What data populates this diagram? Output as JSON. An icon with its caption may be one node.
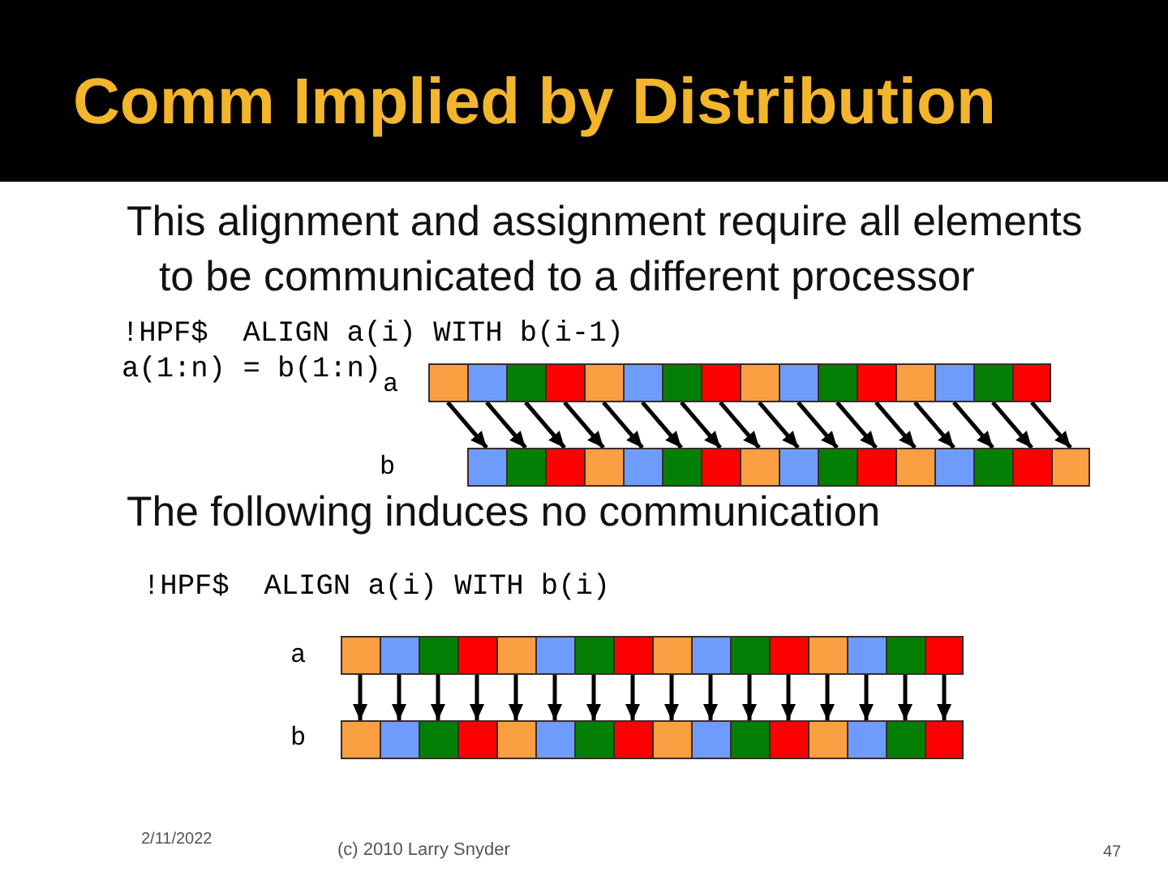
{
  "diagram": {
    "title": "Comm Implied by Distribution",
    "nodes": [
      {
        "text": [],
        "shape": "box"
      },
      {
        "text": [],
        "shape": "box"
      },
      {
        "text": [],
        "shape": "box"
      },
      {
        "text": [],
        "shape": "box"
      },
      {
        "text": [],
        "shape": "box"
      },
      {
        "text": [],
        "shape": "box"
      },
      {
        "text": [],
        "shape": "box"
      },
      {
        "text": [],
        "shape": "box"
      },
      {
        "text": [],
        "shape": "box"
      },
      {
        "text": [],
        "shape": "box"
      },
      {
        "text": [],
        "shape": "box"
      },
      {
        "text": [],
        "shape": "box"
      },
      {
        "text": [],
        "shape": "box"
      },
      {
        "text": [],
        "shape": "box"
      },
      {
        "text": [],
        "shape": "box"
      },
      {
        "text": [],
        "shape": "box"
      },
      {
        "text": [],
        "shape": "box"
      },
      {
        "text": [],
        "shape": "box"
      },
      {
        "text": [],
        "shape": "box"
      },
      {
        "text": [],
        "shape": "box"
      },
      {
        "text": [],
        "shape": "box"
      },
      {
        "text": [],
        "shape": "box"
      },
      {
        "text": [],
        "shape": "box"
      },
      {
        "text": [],
        "shape": "box"
      },
      {
        "text": [],
        "shape": "box"
      },
      {
        "text": [],
        "shape": "box"
      },
      {
        "text": [],
        "shape": "box"
      },
      {
        "text": [],
        "shape": "box"
      },
      {
        "text": [],
        "shape": "box"
      },
      {
        "text": [],
        "shape": "box"
      },
      {
        "text": [],
        "shape": "box"
      },
      {
        "text": [],
        "shape": "box"
      },
      {
        "text": [],
        "shape": "box"
      },
      {
        "text": [],
        "shape": "box"
      },
      {
        "text": [],
        "shape": "box"
      },
      {
        "text": [],
        "shape": "box"
      },
      {
        "text": [],
        "shape": "box"
      },
      {
        "text": [],
        "shape": "box"
      },
      {
        "text": [],
        "shape": "box"
      },
      {
        "text": [],
        "shape": "box"
      },
      {
        "text": [],
        "shape": "box"
      },
      {
        "text": [],
        "shape": "box"
      },
      {
        "text": [],
        "shape": "box"
      },
      {
        "text": [],
        "shape": "box"
      },
      {
        "text": [],
        "shape": "box"
      },
      {
        "text": [],
        "shape": "box"
      },
      {
        "text": [],
        "shape": "box"
      },
      {
        "text": [],
        "shape": "box"
      },
      {
        "text": [],
        "shape": "box"
      },
      {
        "text": [],
        "shape": "box"
      },
      {
        "text": [],
        "shape": "box"
      },
      {
        "text": [],
        "shape": "box"
      },
      {
        "text": [],
        "shape": "box"
      },
      {
        "text": [],
        "shape": "box"
      },
      {
        "text": [],
        "shape": "box"
      },
      {
        "text": [],
        "shape": "box"
      },
      {
        "text": [],
        "shape": "box"
      },
      {
        "text": [],
        "shape": "box"
      },
      {
        "text": [],
        "shape": "box"
      },
      {
        "text": [],
        "shape": "box"
      },
      {
        "text": [],
        "shape": "box"
      },
      {
        "text": [],
        "shape": "box"
      },
      {
        "text": [],
        "shape": "box"
      },
      {
        "text": [],
        "shape": "box"
      }
    ],
    "edges": [
      {
        "from": 0,
        "to": 16,
        "arrow": "to"
      },
      {
        "from": 1,
        "to": 17,
        "arrow": "to"
      },
      {
        "from": 2,
        "to": 18,
        "arrow": "to"
      },
      {
        "from": 3,
        "to": 19,
        "arrow": "to"
      },
      {
        "from": 4,
        "to": 20,
        "arrow": "to"
      },
      {
        "from": 5,
        "to": 21,
        "arrow": "to"
      },
      {
        "from": 6,
        "to": 22,
        "arrow": "to"
      },
      {
        "from": 7,
        "to": 23,
        "arrow": "to"
      },
      {
        "from": 8,
        "to": 24,
        "arrow": "to"
      },
      {
        "from": 9,
        "to": 25,
        "arrow": "to"
      },
      {
        "from": 10,
        "to": 26,
        "arrow": "to"
      },
      {
        "from": 11,
        "to": 27,
        "arrow": "to"
      },
      {
        "from": 12,
        "to": 28,
        "arrow": "to"
      },
      {
        "from": 13,
        "to": 29,
        "arrow": "to"
      },
      {
        "from": 14,
        "to": 30,
        "arrow": "to"
      },
      {
        "from": 15,
        "to": 31,
        "arrow": "to"
      },
      {
        "from": 32,
        "to": 48,
        "arrow": "to"
      },
      {
        "from": 33,
        "to": 49,
        "arrow": "to"
      },
      {
        "from": 34,
        "to": 50,
        "arrow": "to"
      },
      {
        "from": 35,
        "to": 51,
        "arrow": "to"
      },
      {
        "from": 36,
        "to": 52,
        "arrow": "to"
      },
      {
        "from": 37,
        "to": 53,
        "arrow": "to"
      },
      {
        "from": 38,
        "to": 54,
        "arrow": "to"
      },
      {
        "from": 39,
        "to": 55,
        "arrow": "to"
      },
      {
        "from": 40,
        "to": 56,
        "arrow": "to"
      },
      {
        "from": 41,
        "to": 57,
        "arrow": "to"
      },
      {
        "from": 42,
        "to": 58,
        "arrow": "to"
      },
      {
        "from": 43,
        "to": 59,
        "arrow": "to"
      },
      {
        "from": 44,
        "to": 60,
        "arrow": "to"
      },
      {
        "from": 45,
        "to": 61,
        "arrow": "to"
      },
      {
        "from": 46,
        "to": 62,
        "arrow": "to"
      },
      {
        "from": 47,
        "to": 63,
        "arrow": "to"
      }
    ],
    "labels": [
      "This alignment and assignment require all elements to be communicated to a different processor",
      "!HPF$  ALIGN a(i) WITH b(i-1)",
      "a(1:n) = b(1:n)",
      "a",
      "b",
      "The following induces no communication",
      "!HPF$  ALIGN a(i) WITH b(i)",
      "a",
      "b",
      "2/11/2022",
      "(c) 2010 Larry Snyder",
      "47"
    ]
  }
}
